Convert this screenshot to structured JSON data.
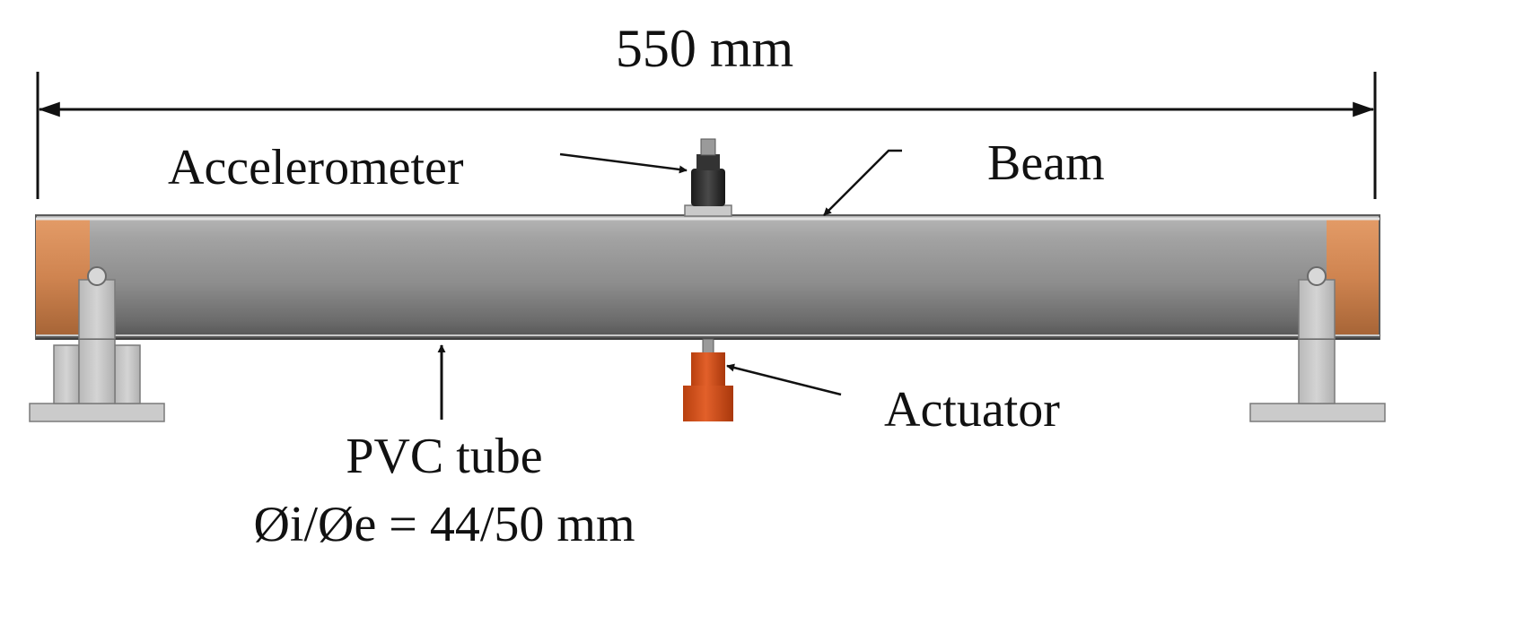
{
  "diagram": {
    "dimension_label": "550 mm",
    "accelerometer_label": "Accelerometer",
    "beam_label": "Beam",
    "actuator_label": "Actuator",
    "tube_label": "PVC tube",
    "diameter_label": "Øi/Øe = 44/50 mm"
  },
  "colors": {
    "beam_body": "#8c8c8c",
    "beam_end_cap": "#d0864f",
    "support": "#c7c7c7",
    "actuator": "#d8501e",
    "accelerometer": "#2a2a2a",
    "line": "#111111"
  },
  "icons": {
    "dimension_arrow": "double-headed-arrow",
    "leader_arrow": "pointer-arrow"
  }
}
